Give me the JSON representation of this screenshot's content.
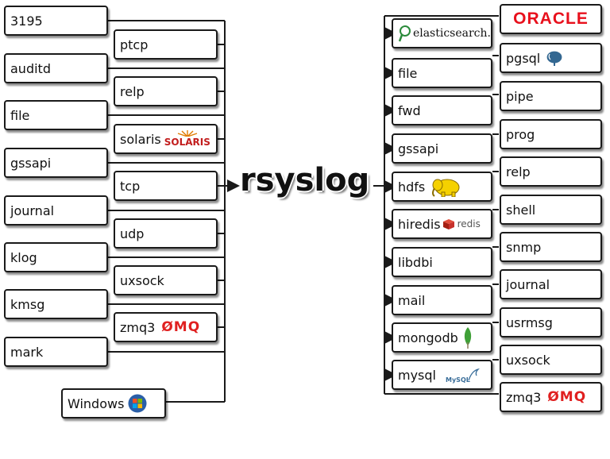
{
  "center_label": "rsyslog",
  "inputs_col1": [
    "3195",
    "auditd",
    "file",
    "gssapi",
    "journal",
    "klog",
    "kmsg",
    "mark"
  ],
  "inputs_col2": [
    "ptcp",
    "relp",
    "solaris",
    "tcp",
    "udp",
    "uxsock",
    "zmq3"
  ],
  "windows_label": "Windows",
  "logo_text": {
    "solaris": "SOLARIS",
    "zmq": "ØMQ",
    "oracle": "ORACLE",
    "elasticsearch": "elasticsearch.",
    "redis": "redis",
    "mysql": "MySQL"
  },
  "outputs_col1": [
    "elasticsearch.",
    "file",
    "fwd",
    "gssapi",
    "hdfs",
    "hiredis",
    "libdbi",
    "mail",
    "mongodb",
    "mysql"
  ],
  "outputs_col2": [
    "ORACLE",
    "pgsql",
    "pipe",
    "prog",
    "relp",
    "shell",
    "snmp",
    "journal",
    "usrmsg",
    "uxsock",
    "zmq3"
  ],
  "colors": {
    "zmq": "#e02020",
    "oracle": "#e8101c",
    "line": "#1a1a1a"
  }
}
